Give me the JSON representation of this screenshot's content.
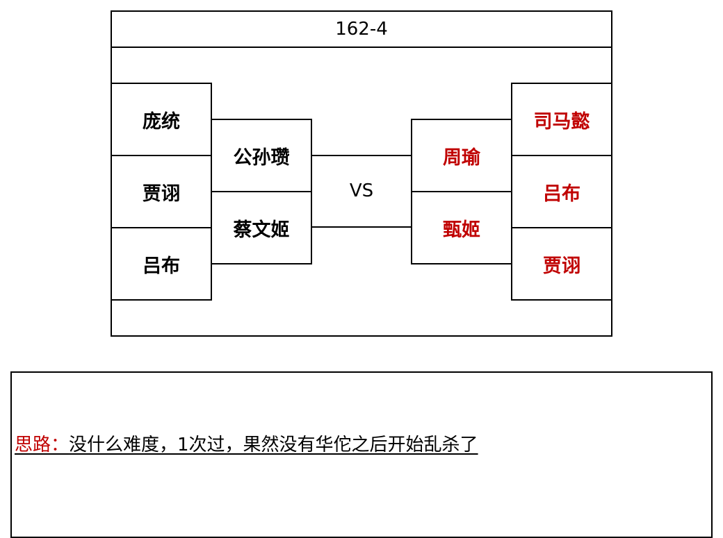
{
  "title": "162-4",
  "vs_label": "VS",
  "left_team": {
    "back": [
      "庞统",
      "贾诩",
      "吕布"
    ],
    "front": [
      "公孙瓒",
      "蔡文姬"
    ]
  },
  "right_team": {
    "back": [
      "司马懿",
      "吕布",
      "贾诩"
    ],
    "front": [
      "周瑜",
      "甄姬"
    ]
  },
  "note": {
    "label": "思路：",
    "text": "没什么难度，1次过，果然没有华佗之后开始乱杀了"
  },
  "colors": {
    "enemy_text": "#c00000",
    "line": "#000000"
  }
}
